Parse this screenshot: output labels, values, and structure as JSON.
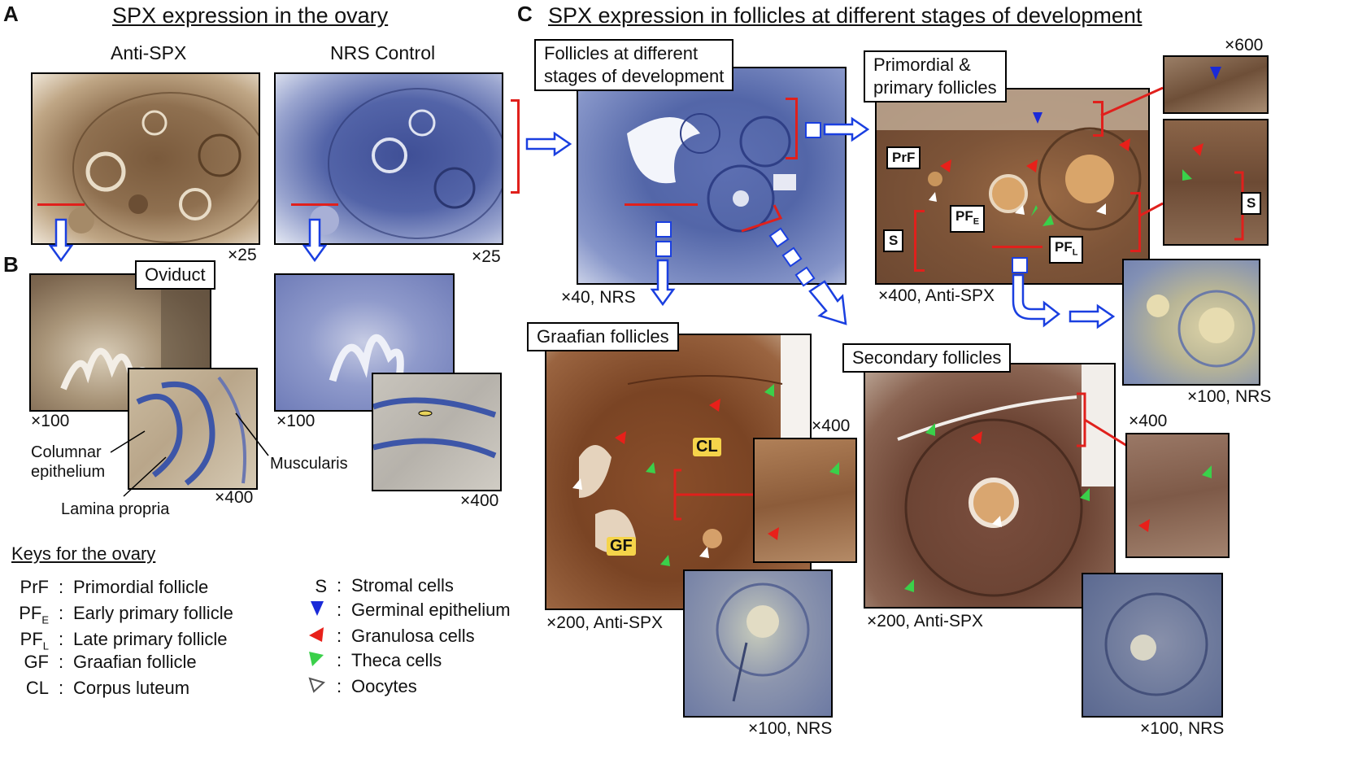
{
  "panels": {
    "a": {
      "letter": "A",
      "heading": "SPX expression in the ovary",
      "col1_title": "Anti-SPX",
      "col2_title": "NRS Control",
      "mag1": "×25",
      "mag2": "×25"
    },
    "b": {
      "letter": "B",
      "oviduct_label": "Oviduct",
      "mag_left_low": "×100",
      "mag_left_high": "×400",
      "mag_right_low": "×100",
      "mag_right_high": "×400",
      "columnar_line1": "Columnar",
      "columnar_line2": "epithelium",
      "muscularis": "Muscularis",
      "lamina_propria": "Lamina propria"
    },
    "c": {
      "letter": "C",
      "heading": "SPX expression in follicles at different stages of development",
      "follicles_stages_line1": "Follicles at different",
      "follicles_stages_line2": "stages of development",
      "primordial_line1": "Primordial &",
      "primordial_line2": "primary follicles",
      "graafian": "Graafian follicles",
      "secondary": "Secondary follicles",
      "mag_overview": "×40, NRS",
      "mag_primordial": "×400, Anti-SPX",
      "mag_inset_600": "×600",
      "mag_nrs_100_right": "×100, NRS",
      "mag_graafian": "×200, Anti-SPX",
      "mag_graafian_inset": "×400",
      "mag_graafian_nrs": "×100, NRS",
      "mag_secondary": "×200, Anti-SPX",
      "mag_secondary_inset": "×400",
      "mag_secondary_nrs": "×100, NRS",
      "tags": {
        "prf": "PrF",
        "pf": "PF",
        "sub_e": "E",
        "sub_l": "L",
        "s": "S",
        "cl": "CL",
        "gf": "GF"
      }
    }
  },
  "keys": {
    "title": "Keys for the ovary",
    "left": [
      {
        "sym": "PrF",
        "sub": "",
        "desc": "Primordial follicle"
      },
      {
        "sym": "PF",
        "sub": "E",
        "desc": "Early primary follicle"
      },
      {
        "sym": "PF",
        "sub": "L",
        "desc": "Late primary follicle"
      },
      {
        "sym": "GF",
        "sub": "",
        "desc": "Graafian follicle"
      },
      {
        "sym": "CL",
        "sub": "",
        "desc": "Corpus luteum"
      }
    ],
    "right": [
      {
        "sym": "S",
        "icon": "",
        "desc": "Stromal cells"
      },
      {
        "sym": "",
        "icon": "blue-arrow",
        "desc": "Germinal epithelium"
      },
      {
        "sym": "",
        "icon": "red-arrow",
        "desc": "Granulosa cells"
      },
      {
        "sym": "",
        "icon": "green-arrow",
        "desc": "Theca cells"
      },
      {
        "sym": "",
        "icon": "white-arrow",
        "desc": "Oocytes"
      }
    ],
    "colon": ":"
  },
  "colors": {
    "stain_brown": "#8a6a4a",
    "stain_blue": "#4f64a8",
    "bracket_red": "#e0201c",
    "arrow_blue": "#1a3fe0",
    "marker_red": "#e8201a",
    "marker_green": "#3ad04a",
    "marker_blue": "#1a2ad8"
  }
}
